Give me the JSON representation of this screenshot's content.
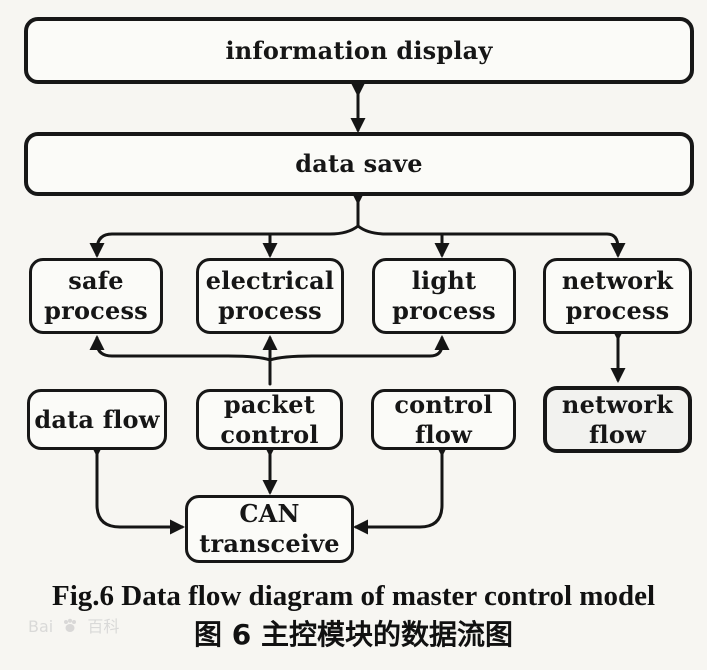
{
  "boxes": {
    "information_display": "information display",
    "data_save": "data save",
    "safe_process": [
      "safe",
      "process"
    ],
    "electrical_process": [
      "electrical",
      "process"
    ],
    "light_process": [
      "light",
      "process"
    ],
    "network_process": [
      "network",
      "process"
    ],
    "data_flow": "data flow",
    "packet_control": [
      "packet",
      "control"
    ],
    "control_flow": [
      "control",
      "flow"
    ],
    "network_flow": [
      "network",
      "flow"
    ],
    "can_transceive": [
      "CAN",
      "transceive"
    ]
  },
  "caption": {
    "english": "Fig.6 Data flow diagram of master control model",
    "chinese": "图 6  主控模块的数据流图"
  },
  "watermark": {
    "left": "Bai",
    "right": "百科"
  }
}
